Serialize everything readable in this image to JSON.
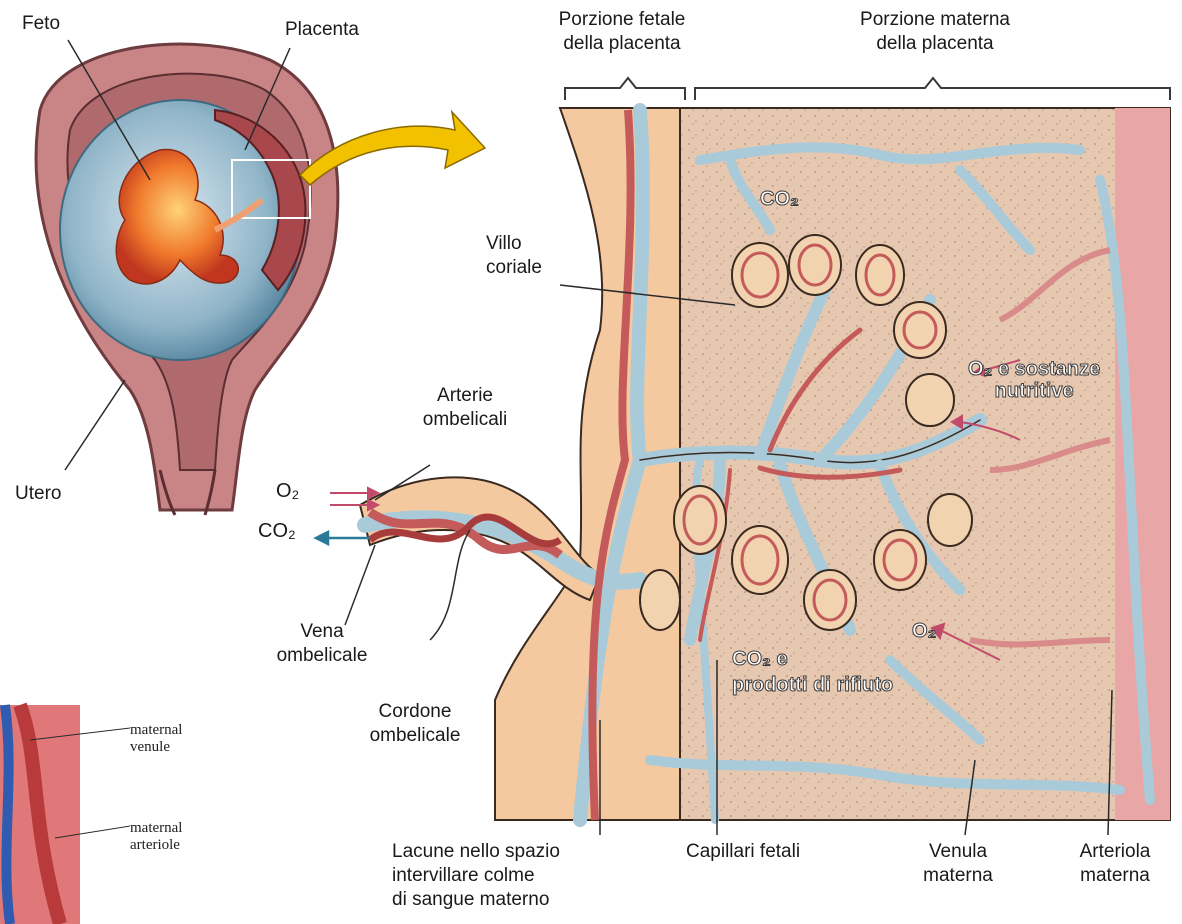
{
  "labels": {
    "feto": "Feto",
    "placenta": "Placenta",
    "utero": "Utero",
    "fetal_portion": "Porzione fetale\ndella placenta",
    "maternal_portion": "Porzione materna\ndella placenta",
    "villo_coriale": "Villo\ncoriale",
    "arterie_ombelicali": "Arterie\nombelicali",
    "vena_ombelicale": "Vena\nombelicale",
    "cordone_ombelicale": "Cordone\nombelicale",
    "lacune": "Lacune nello spazio\nintervillare colme\ndi sangue materno",
    "capillari_fetali": "Capillari fetali",
    "venula_materna": "Venula\nmaterna",
    "arteriola_materna": "Arteriola\nmaterna",
    "maternal_venule": "maternal\nvenule",
    "maternal_arteriole": "maternal\narteriole"
  },
  "gases": {
    "o2_cord": "O₂",
    "co2_cord": "CO₂",
    "co2_top": "CO₂",
    "o2_nutrients": "O₂ e sostanze\nnutritive",
    "o2_lower": "O₂",
    "co2_waste": "CO₂ e\nprodotti di rifiuto"
  },
  "colors": {
    "fetal_tissue": "#f5c9a0",
    "maternal_tissue": "#e8b6a8",
    "vein_blue": "#a9cbd9",
    "artery_red": "#c45a5a",
    "uterus_pink": "#c98a8a",
    "arrow_yellow": "#f2c200"
  }
}
